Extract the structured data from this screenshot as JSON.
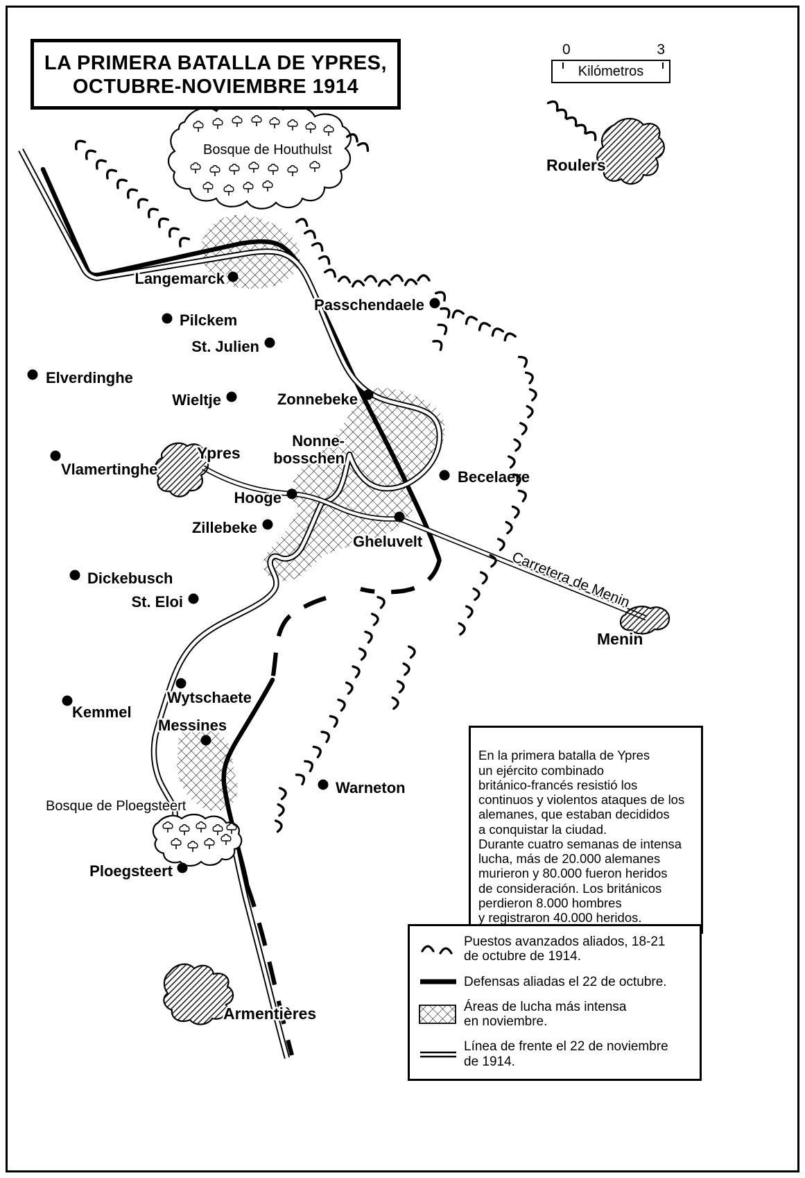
{
  "title": {
    "line1": "LA PRIMERA BATALLA DE YPRES,",
    "line2": "OCTUBRE-NOVIEMBRE 1914"
  },
  "scale_bar": {
    "left_label": "0",
    "right_label": "3",
    "unit": "Kilómetros"
  },
  "map": {
    "forest_labels": {
      "houthulst": "Bosque de Houthulst",
      "ploegsteert": "Bosque de Ploegsteert"
    },
    "city_labels": {
      "roulers": "Roulers",
      "ypres": "Ypres",
      "menin": "Menin",
      "armentieres": "Armentières"
    },
    "road_label": "Carretera de Menin",
    "towns": [
      {
        "id": "langemarck",
        "name": "Langemarck",
        "dot": [
          336,
          399
        ],
        "label": [
          324,
          409
        ],
        "anchor": "end"
      },
      {
        "id": "passchendaele",
        "name": "Passchendaele",
        "dot": [
          627,
          437
        ],
        "label": [
          612,
          447
        ],
        "anchor": "end"
      },
      {
        "id": "pilckem",
        "name": "Pilckem",
        "dot": [
          241,
          459
        ],
        "label": [
          259,
          469
        ],
        "anchor": "start"
      },
      {
        "id": "st-julien",
        "name": "St. Julien",
        "dot": [
          389,
          494
        ],
        "label": [
          374,
          507
        ],
        "anchor": "end"
      },
      {
        "id": "elverdinghe",
        "name": "Elverdinghe",
        "dot": [
          47,
          540
        ],
        "label": [
          66,
          552
        ],
        "anchor": "start"
      },
      {
        "id": "wieltje",
        "name": "Wieltje",
        "dot": [
          334,
          572
        ],
        "label": [
          319,
          584
        ],
        "anchor": "end"
      },
      {
        "id": "zonnebeke",
        "name": "Zonnebeke",
        "dot": [
          531,
          569
        ],
        "label": [
          516,
          583
        ],
        "anchor": "end"
      },
      {
        "id": "vlamertinghe",
        "name": "Vlamertinghe",
        "dot": [
          80,
          657
        ],
        "label": [
          88,
          684
        ],
        "anchor": "start"
      },
      {
        "id": "nonne-bosschen",
        "name": "Nonne-bosschen",
        "dot": null,
        "label": [
          497,
          643
        ],
        "anchor": "end",
        "lines": [
          "Nonne-",
          "bosschen"
        ]
      },
      {
        "id": "becelaere",
        "name": "Becelaere",
        "dot": [
          641,
          685
        ],
        "label": [
          660,
          695
        ],
        "anchor": "start"
      },
      {
        "id": "hooge",
        "name": "Hooge",
        "dot": [
          421,
          712
        ],
        "label": [
          406,
          725
        ],
        "anchor": "end"
      },
      {
        "id": "zillebeke",
        "name": "Zillebeke",
        "dot": [
          386,
          756
        ],
        "label": [
          371,
          768
        ],
        "anchor": "end"
      },
      {
        "id": "gheluvelt",
        "name": "Gheluvelt",
        "dot": [
          576,
          745
        ],
        "label": [
          509,
          788
        ],
        "anchor": "start"
      },
      {
        "id": "dickebusch",
        "name": "Dickebusch",
        "dot": [
          108,
          829
        ],
        "label": [
          126,
          841
        ],
        "anchor": "start"
      },
      {
        "id": "st-eloi",
        "name": "St. Eloi",
        "dot": [
          279,
          863
        ],
        "label": [
          264,
          875
        ],
        "anchor": "end"
      },
      {
        "id": "wytschaete",
        "name": "Wytschaete",
        "dot": [
          261,
          985
        ],
        "label": [
          241,
          1013
        ],
        "anchor": "start"
      },
      {
        "id": "kemmel",
        "name": "Kemmel",
        "dot": [
          97,
          1010
        ],
        "label": [
          104,
          1034
        ],
        "anchor": "start"
      },
      {
        "id": "messines",
        "name": "Messines",
        "dot": [
          297,
          1067
        ],
        "label": [
          228,
          1053
        ],
        "anchor": "start"
      },
      {
        "id": "warneton",
        "name": "Warneton",
        "dot": [
          466,
          1131
        ],
        "label": [
          484,
          1143
        ],
        "anchor": "start"
      },
      {
        "id": "ploegsteert",
        "name": "Ploegsteert",
        "dot": [
          263,
          1251
        ],
        "label": [
          249,
          1263
        ],
        "anchor": "end"
      }
    ],
    "outposts": [
      [
        113,
        206,
        -40
      ],
      [
        128,
        220,
        -40
      ],
      [
        143,
        234,
        -40
      ],
      [
        158,
        248,
        -40
      ],
      [
        173,
        262,
        -40
      ],
      [
        188,
        276,
        -40
      ],
      [
        203,
        290,
        -40
      ],
      [
        218,
        304,
        -40
      ],
      [
        233,
        318,
        -40
      ],
      [
        248,
        332,
        -40
      ],
      [
        263,
        346,
        -40
      ],
      [
        510,
        196,
        25
      ],
      [
        526,
        209,
        30
      ],
      [
        437,
        318,
        20
      ],
      [
        449,
        335,
        24
      ],
      [
        460,
        353,
        28
      ],
      [
        470,
        372,
        28
      ],
      [
        478,
        391,
        24
      ],
      [
        497,
        401,
        6
      ],
      [
        516,
        407,
        -6
      ],
      [
        535,
        400,
        6
      ],
      [
        554,
        406,
        -6
      ],
      [
        573,
        399,
        6
      ],
      [
        592,
        405,
        -6
      ],
      [
        611,
        399,
        0
      ],
      [
        638,
        424,
        40
      ],
      [
        645,
        448,
        50
      ],
      [
        641,
        472,
        55
      ],
      [
        634,
        495,
        50
      ],
      [
        659,
        450,
        -20
      ],
      [
        678,
        459,
        -22
      ],
      [
        697,
        468,
        -22
      ],
      [
        716,
        476,
        -22
      ],
      [
        734,
        483,
        -20
      ],
      [
        757,
        519,
        60
      ],
      [
        766,
        543,
        70
      ],
      [
        771,
        568,
        78
      ],
      [
        766,
        593,
        84
      ],
      [
        757,
        617,
        80
      ],
      [
        748,
        641,
        84
      ],
      [
        740,
        665,
        80
      ],
      [
        748,
        690,
        72
      ],
      [
        756,
        713,
        68
      ],
      [
        746,
        737,
        78
      ],
      [
        736,
        760,
        84
      ],
      [
        725,
        784,
        80
      ],
      [
        713,
        808,
        84
      ],
      [
        700,
        832,
        80
      ],
      [
        689,
        856,
        84
      ],
      [
        679,
        881,
        80
      ],
      [
        668,
        906,
        84
      ],
      [
        800,
        149,
        35
      ],
      [
        813,
        161,
        40
      ],
      [
        827,
        172,
        36
      ],
      [
        841,
        183,
        40
      ],
      [
        855,
        193,
        36
      ],
      [
        552,
        867,
        74
      ],
      [
        543,
        892,
        80
      ],
      [
        534,
        917,
        74
      ],
      [
        525,
        942,
        80
      ],
      [
        516,
        967,
        74
      ],
      [
        506,
        991,
        80
      ],
      [
        495,
        1015,
        74
      ],
      [
        484,
        1038,
        68
      ],
      [
        472,
        1060,
        64
      ],
      [
        460,
        1082,
        68
      ],
      [
        448,
        1102,
        62
      ],
      [
        436,
        1121,
        58
      ],
      [
        410,
        1143,
        80
      ],
      [
        407,
        1167,
        84
      ],
      [
        404,
        1190,
        80
      ],
      [
        596,
        939,
        80
      ],
      [
        588,
        964,
        84
      ],
      [
        580,
        989,
        80
      ],
      [
        572,
        1013,
        84
      ]
    ],
    "trees": {
      "houthulst": [
        [
          286,
          184
        ],
        [
          314,
          180
        ],
        [
          342,
          177
        ],
        [
          370,
          176
        ],
        [
          396,
          179
        ],
        [
          422,
          182
        ],
        [
          448,
          186
        ],
        [
          474,
          190
        ],
        [
          282,
          244
        ],
        [
          310,
          248
        ],
        [
          338,
          246
        ],
        [
          366,
          243
        ],
        [
          394,
          246
        ],
        [
          422,
          248
        ],
        [
          454,
          242
        ],
        [
          300,
          272
        ],
        [
          330,
          276
        ],
        [
          358,
          272
        ],
        [
          386,
          270
        ]
      ],
      "ploegsteert": [
        [
          242,
          1194
        ],
        [
          266,
          1198
        ],
        [
          290,
          1194
        ],
        [
          314,
          1198
        ],
        [
          254,
          1218
        ],
        [
          278,
          1222
        ],
        [
          302,
          1218
        ],
        [
          326,
          1212
        ],
        [
          334,
          1196
        ]
      ]
    }
  },
  "narrative": {
    "text": "En la primera batalla de Ypres\nun ejército combinado\nbritánico-francés resistió los\ncontinuos y violentos ataques de los\nalemanes, que estaban decididos\na conquistar la ciudad.\nDurante cuatro semanas de intensa\nlucha, más de 20.000 alemanes\nmurieron y 80.000 fueron heridos\nde consideración. Los británicos\nperdieron 8.000 hombres\ny registraron 40.000 heridos."
  },
  "legend": {
    "items": [
      {
        "label": "Puestos avanzados aliados, 18-21\nde octubre de 1914."
      },
      {
        "label": "Defensas aliadas el 22 de octubre."
      },
      {
        "label": "Áreas de lucha más intensa\nen noviembre."
      },
      {
        "label": "Línea de frente el 22 de noviembre\nde 1914."
      }
    ]
  }
}
